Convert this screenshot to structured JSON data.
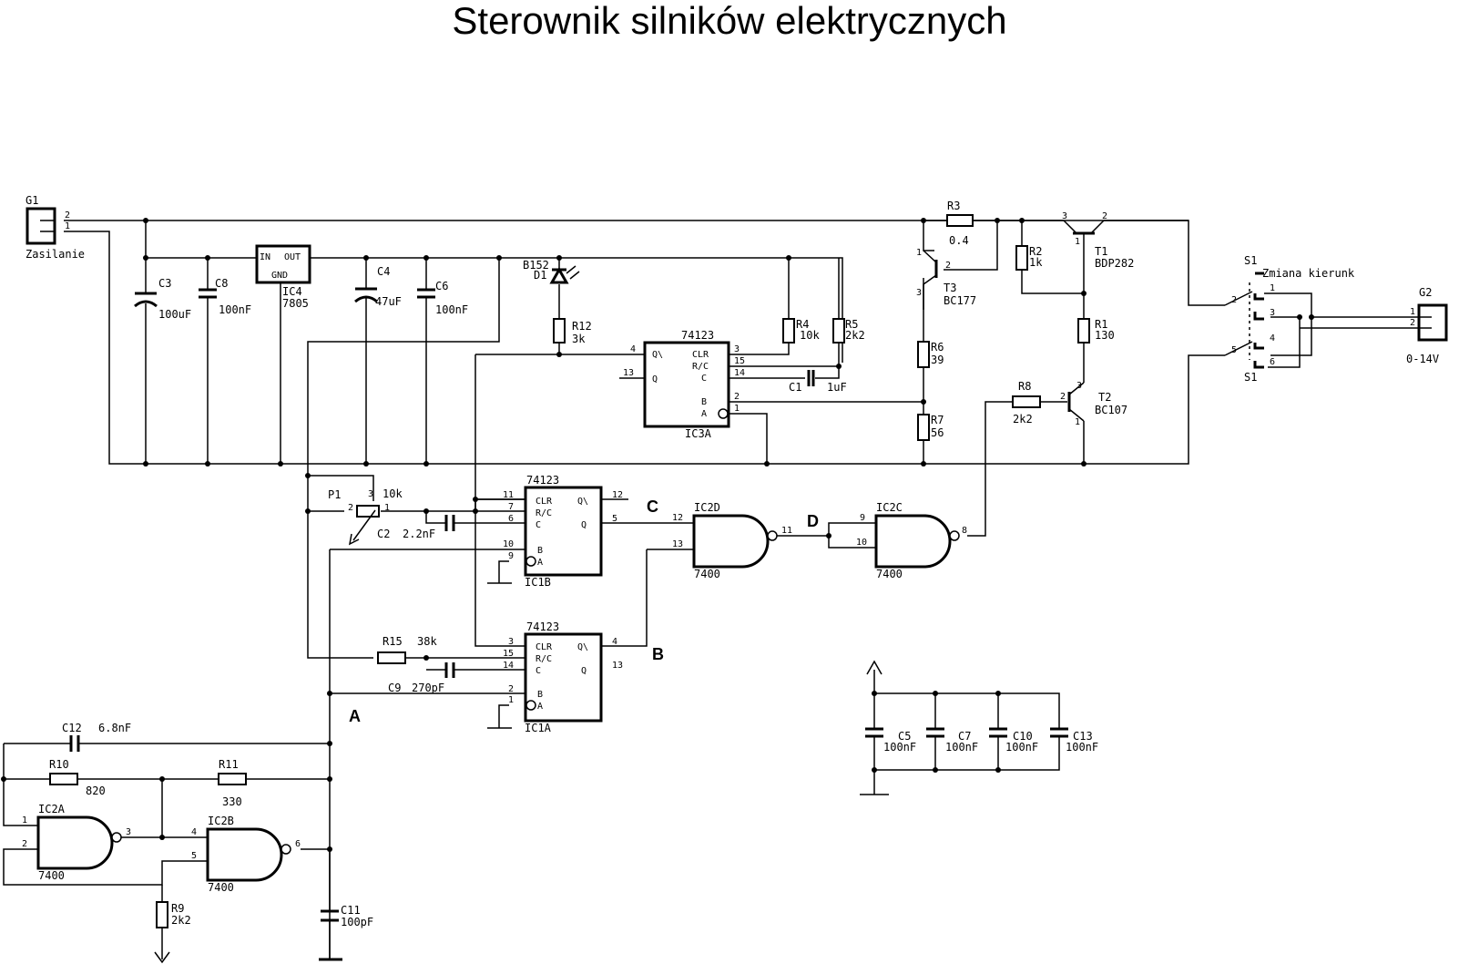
{
  "title": "Sterownik silników elektrycznych",
  "connectors": {
    "g1": {
      "ref": "G1",
      "label": "Zasilanie"
    },
    "g2": {
      "ref": "G2",
      "label": "0-14V"
    }
  },
  "components": {
    "c3": {
      "ref": "C3",
      "value": "100uF"
    },
    "c8": {
      "ref": "C8",
      "value": "100nF"
    },
    "ic4": {
      "ref": "IC4",
      "value": "7805",
      "in": "IN",
      "out": "OUT",
      "gnd": "GND"
    },
    "c4": {
      "ref": "C4",
      "value": "47uF"
    },
    "c6": {
      "ref": "C6",
      "value": "100nF"
    },
    "d1": {
      "ref": "D1",
      "value": "B152"
    },
    "r12": {
      "ref": "R12",
      "value": "3k"
    },
    "r4": {
      "ref": "R4",
      "value": "10k"
    },
    "r5": {
      "ref": "R5",
      "value": "2k2"
    },
    "c1": {
      "ref": "C1",
      "value": "1uF"
    },
    "r3": {
      "ref": "R3",
      "value": "0.4"
    },
    "r2": {
      "ref": "R2",
      "value": "1k"
    },
    "t1": {
      "ref": "T1",
      "value": "BDP282"
    },
    "t3": {
      "ref": "T3",
      "value": "BC177"
    },
    "r1": {
      "ref": "R1",
      "value": "130"
    },
    "r6": {
      "ref": "R6",
      "value": "39"
    },
    "r7": {
      "ref": "R7",
      "value": "56"
    },
    "r8": {
      "ref": "R8",
      "value": "2k2"
    },
    "t2": {
      "ref": "T2",
      "value": "BC107"
    },
    "s1": {
      "ref": "S1",
      "value": "Zmiana kierunk"
    },
    "p1": {
      "ref": "P1",
      "value": "10k"
    },
    "c2": {
      "ref": "C2",
      "value": "2.2nF"
    },
    "r15": {
      "ref": "R15",
      "value": "38k"
    },
    "c9": {
      "ref": "C9",
      "value": "270pF"
    },
    "c12": {
      "ref": "C12",
      "value": "6.8nF"
    },
    "r10": {
      "ref": "R10",
      "value": "820"
    },
    "r11": {
      "ref": "R11",
      "value": "330"
    },
    "r9": {
      "ref": "R9",
      "value": "2k2"
    },
    "c11": {
      "ref": "C11",
      "value": "100pF"
    },
    "c5": {
      "ref": "C5",
      "value": "100nF"
    },
    "c7": {
      "ref": "C7",
      "value": "100nF"
    },
    "c10": {
      "ref": "C10",
      "value": "100nF"
    },
    "c13": {
      "ref": "C13",
      "value": "100nF"
    }
  },
  "ics": {
    "ic3a": {
      "ref": "IC3A",
      "type": "74123"
    },
    "ic1b": {
      "ref": "IC1B",
      "type": "74123"
    },
    "ic1a": {
      "ref": "IC1A",
      "type": "74123"
    },
    "ic2d": {
      "ref": "IC2D",
      "type": "7400"
    },
    "ic2c": {
      "ref": "IC2C",
      "type": "7400"
    },
    "ic2a": {
      "ref": "IC2A",
      "type": "7400"
    },
    "ic2b": {
      "ref": "IC2B",
      "type": "7400"
    }
  },
  "mono_pins": {
    "clr": "CLR",
    "rc": "R/C",
    "c": "C",
    "qbar": "Q\\",
    "q": "Q",
    "b": "B",
    "a": "A"
  },
  "nodes": {
    "a": "A",
    "b": "B",
    "c": "C",
    "d": "D"
  }
}
